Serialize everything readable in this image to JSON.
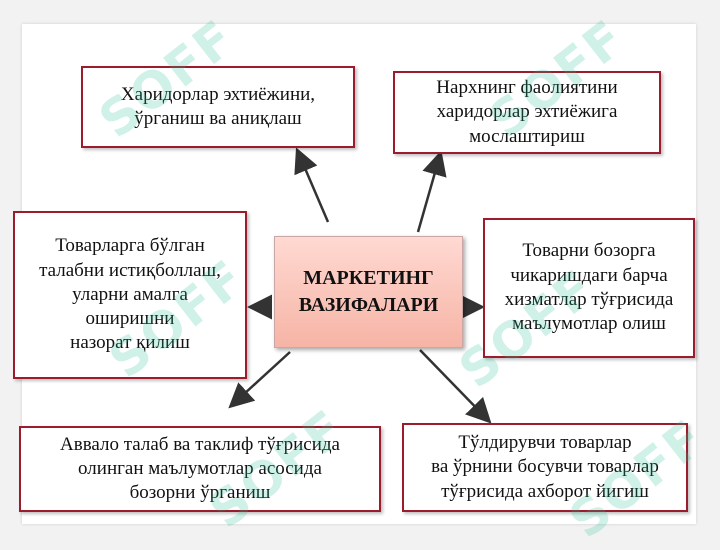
{
  "center": {
    "title": "МАРКЕТИНГ\nВАЗИФАЛАРИ"
  },
  "boxes": [
    {
      "id": "top-left",
      "text": "Харидорлар эхтиёжини,\nўрганиш ва аниқлаш"
    },
    {
      "id": "top-right",
      "text": "Нархнинг фаолиятини\nхаридорлар эхтиёжига\nмослаштириш"
    },
    {
      "id": "mid-left",
      "text": "Товарларга бўлган\nталабни истиқболлаш,\nуларни амалга\nоширишни\nназорат қилиш"
    },
    {
      "id": "mid-right",
      "text": "Товарни бозорга\nчикаришдаги барча\nхизматлар тўғрисида\nмаълумотлар олиш"
    },
    {
      "id": "bottom-left",
      "text": "Аввало талаб ва таклиф тўғрисида\nолинган маълумотлар асосида\nбозорни ўрганиш"
    },
    {
      "id": "bottom-right",
      "text": "Тўлдирувчи товарлар\nва ўрнини босувчи товарлар\nтўғрисида ахборот йигиш"
    }
  ],
  "watermark": "SOFF",
  "colors": {
    "border": "#9b1c2c",
    "center_fill": "#f6b4a6",
    "arrow": "#333333",
    "watermark": "#28be96"
  }
}
